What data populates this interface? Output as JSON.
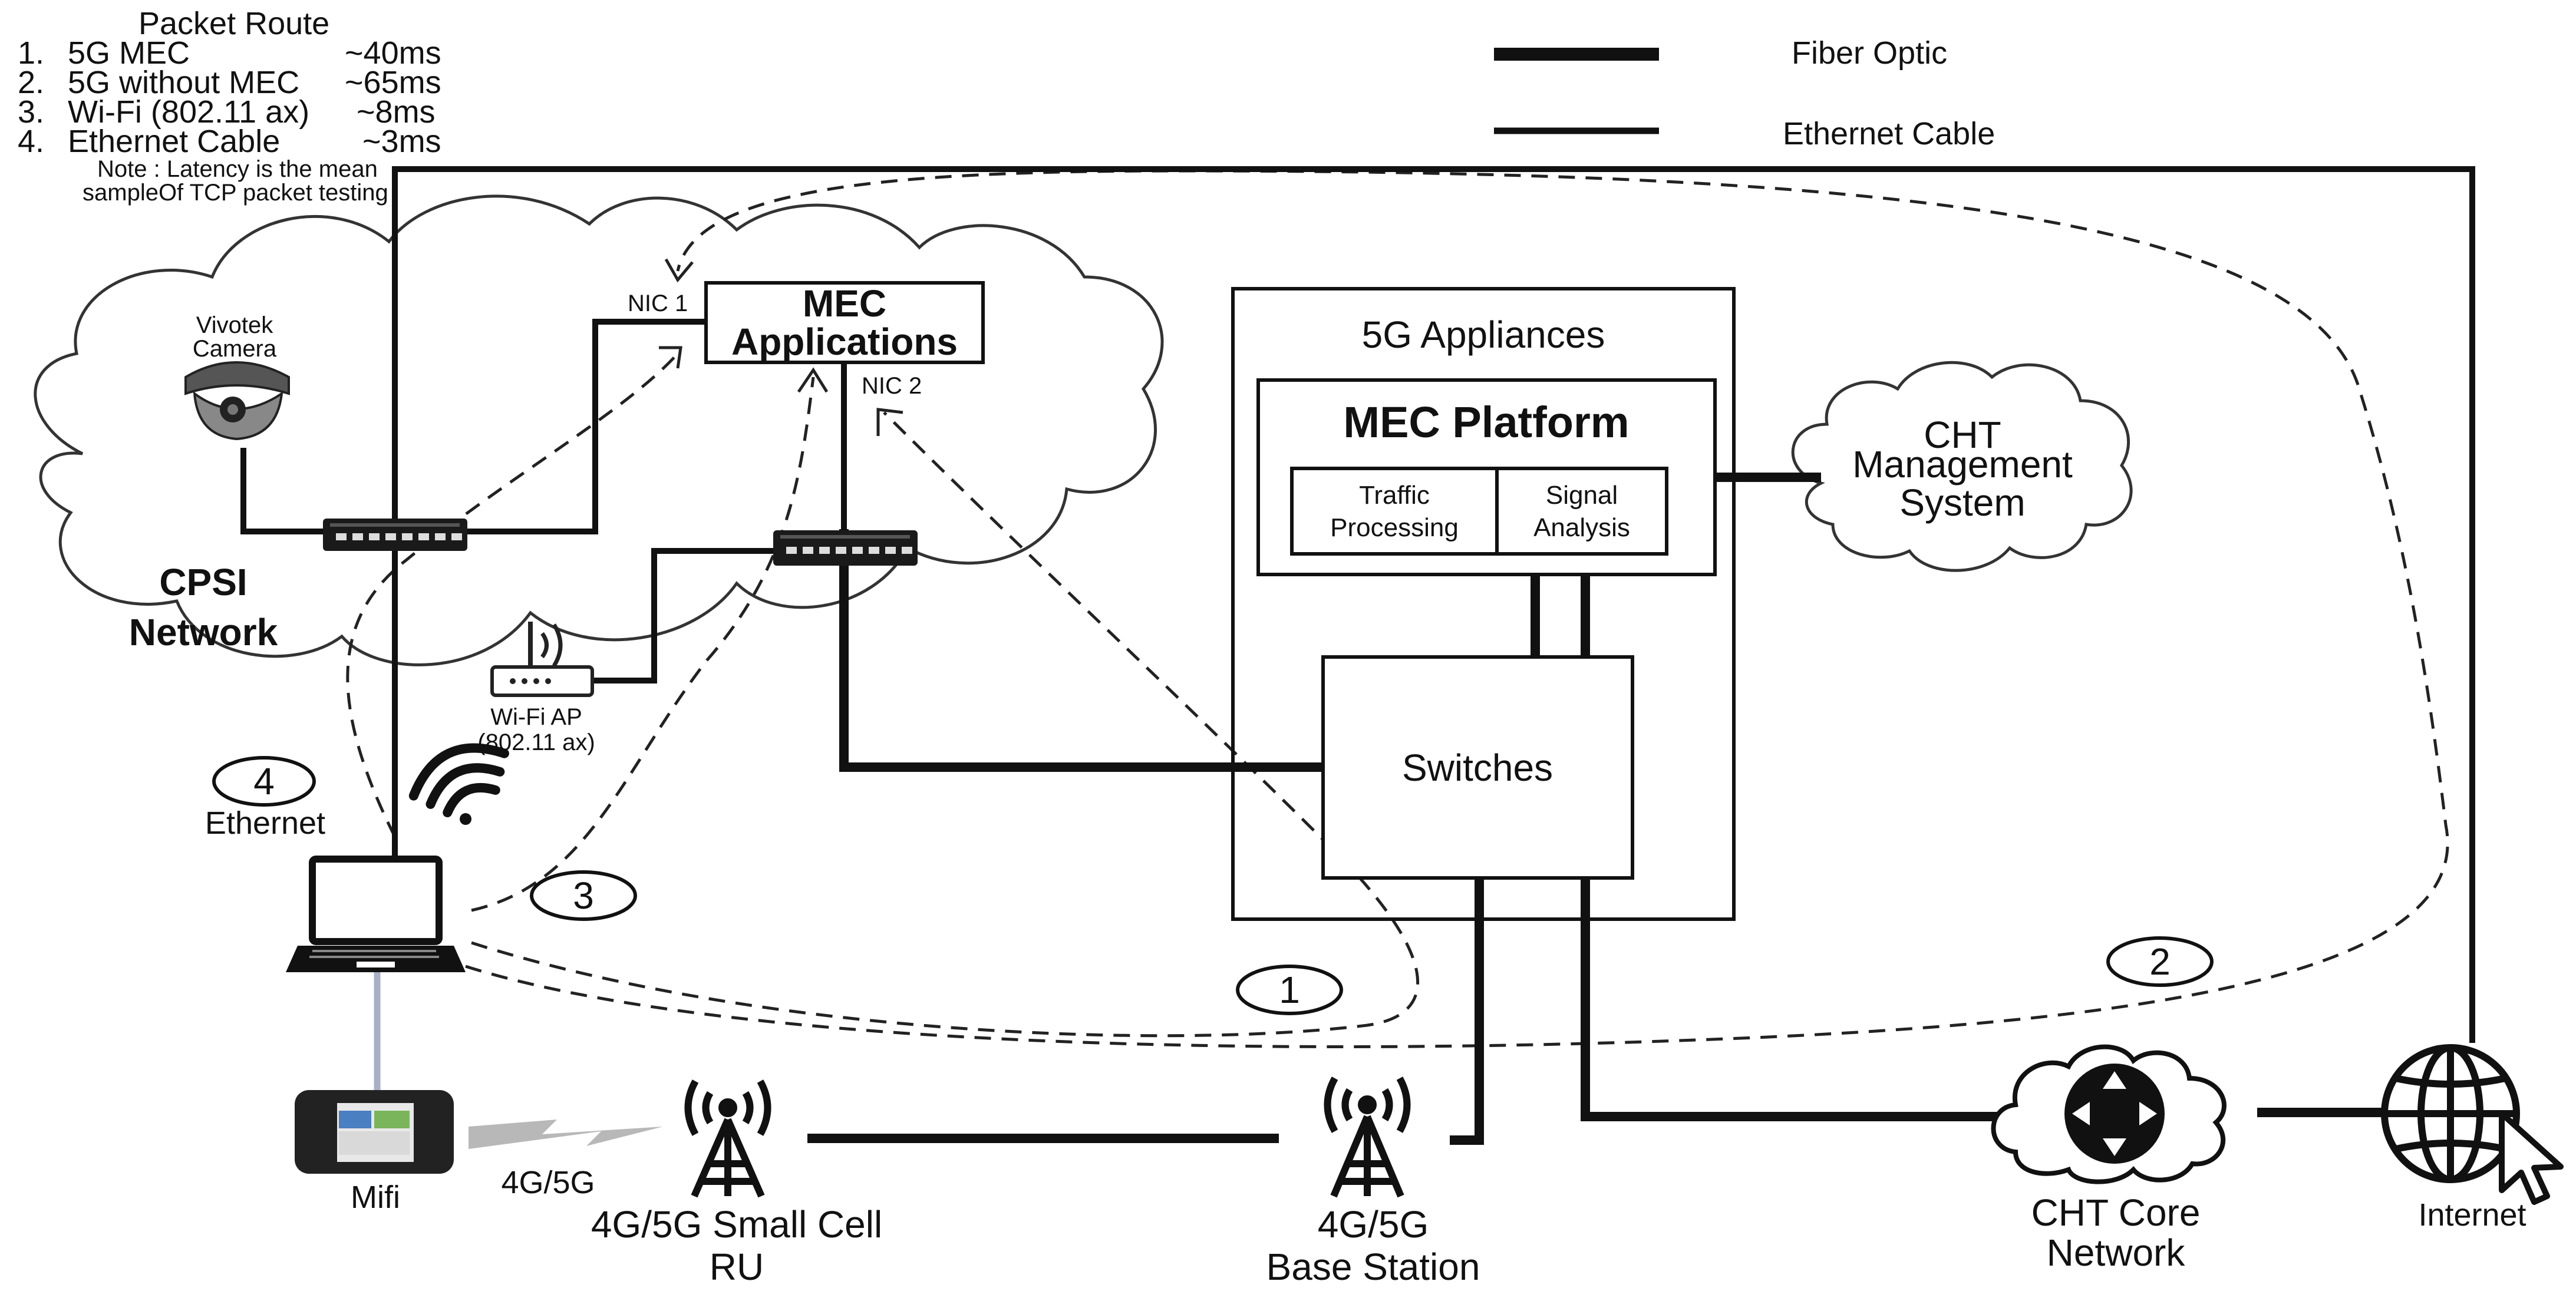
{
  "packet_route": {
    "title": "Packet Route",
    "routes": [
      {
        "num": "1.",
        "name": "5G MEC",
        "latency": "~40ms"
      },
      {
        "num": "2.",
        "name": "5G without MEC",
        "latency": "~65ms"
      },
      {
        "num": "3.",
        "name": "Wi-Fi (802.11 ax)",
        "latency": "~8ms"
      },
      {
        "num": "4.",
        "name": "Ethernet Cable",
        "latency": "~3ms"
      }
    ],
    "note_line1": "Note : Latency is the mean",
    "note_line2": "sampleOf TCP packet testing"
  },
  "legend": {
    "fiber": "Fiber Optic",
    "ethernet": "Ethernet Cable"
  },
  "labels": {
    "camera_line1": "Vivotek",
    "camera_line2": "Camera",
    "cpsi_line1": "CPSI",
    "cpsi_line2": "Network",
    "nic1": "NIC 1",
    "nic2": "NIC 2",
    "mec_app_line1": "MEC",
    "mec_app_line2": "Applications",
    "wifi_ap_line1": "Wi-Fi AP",
    "wifi_ap_line2": "(802.11 ax)",
    "appliances": "5G Appliances",
    "mec_platform": "MEC Platform",
    "traffic_line1": "Traffic",
    "traffic_line2": "Processing",
    "signal_line1": "Signal",
    "signal_line2": "Analysis",
    "switches": "Switches",
    "cht_mgmt_line1": "CHT",
    "cht_mgmt_line2": "Management",
    "cht_mgmt_line3": "System",
    "ethernet": "Ethernet",
    "mifi": "Mifi",
    "radio": "4G/5G",
    "small_cell_line1": "4G/5G Small Cell",
    "small_cell_line2": "RU",
    "base_line1": "4G/5G",
    "base_line2": "Base Station",
    "core_line1": "CHT Core",
    "core_line2": "Network",
    "internet": "Internet"
  },
  "route_markers": [
    "1",
    "2",
    "3",
    "4"
  ],
  "colors": {
    "line": "#111111",
    "laptop_mifi_link": "#a8b0c8",
    "radio_beam": "#b8b8b8"
  },
  "icons": [
    "camera-icon",
    "network-switch-icon",
    "wifi-router-icon",
    "wifi-signal-icon",
    "laptop-icon",
    "mifi-icon",
    "cell-tower-icon",
    "router-icon",
    "globe-icon",
    "cursor-icon"
  ]
}
